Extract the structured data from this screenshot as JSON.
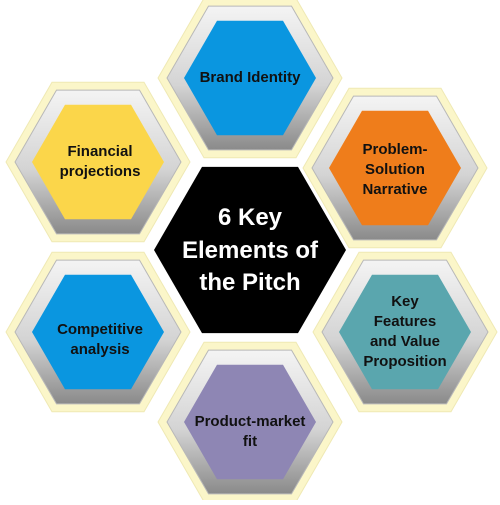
{
  "center": {
    "lines": [
      "6 Key",
      "Elements of",
      "the Pitch"
    ],
    "color": "#000000"
  },
  "elements": [
    {
      "id": "brand-identity",
      "lines": [
        "Brand Identity"
      ],
      "color": "#0a96e0"
    },
    {
      "id": "problem-solution",
      "lines": [
        "Problem-",
        "Solution",
        "Narrative"
      ],
      "color": "#ef7d1b"
    },
    {
      "id": "key-features",
      "lines": [
        "Key",
        "Features",
        "and Value",
        "Proposition"
      ],
      "color": "#5aa6ae"
    },
    {
      "id": "product-market-fit",
      "lines": [
        "Product-market",
        "fit"
      ],
      "color": "#8e86b4"
    },
    {
      "id": "competitive-analysis",
      "lines": [
        "Competitive",
        "analysis"
      ],
      "color": "#0a96e0"
    },
    {
      "id": "financial-projections",
      "lines": [
        "Financial",
        "projections"
      ],
      "color": "#fbd64a"
    }
  ],
  "frame_colors": {
    "outer": "#fbf6c9",
    "bevel": "#d4d4d4"
  }
}
